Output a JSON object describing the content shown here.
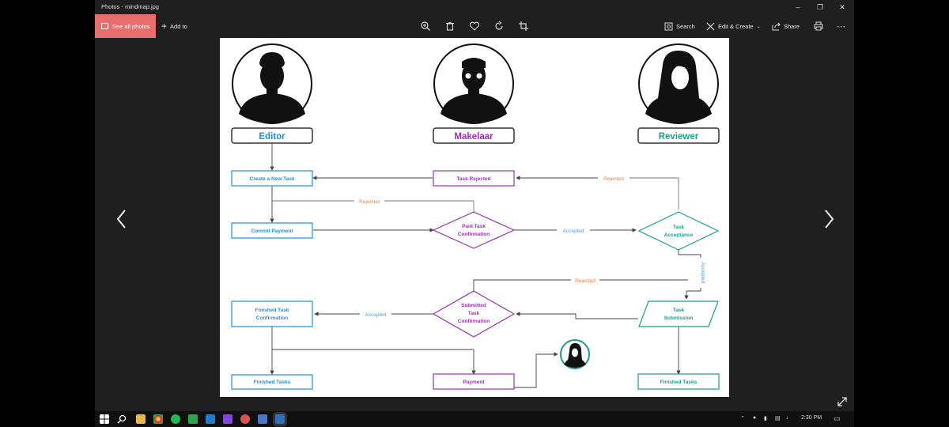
{
  "window": {
    "title": "Photos - mindmap.jpg"
  },
  "toolbar": {
    "see_all": "See all photos",
    "add_to": "Add to",
    "search": "Search",
    "edit_create": "Edit & Create",
    "share": "Share"
  },
  "diagram": {
    "roles": {
      "editor": "Editor",
      "makelaar": "Makelaar",
      "reviewer": "Reviewer"
    },
    "nodes": {
      "create_task": "Create a New Task",
      "task_rejected": "Task Rejected",
      "commit_payment": "Commit Payment",
      "paid_task_line1": "Paid Task",
      "paid_task_line2": "Confirmation",
      "task_acceptance_line1": "Task",
      "task_acceptance_line2": "Acceptance",
      "finished_conf_line1": "Finished Task",
      "finished_conf_line2": "Confirmation",
      "submitted_line1": "Submitted",
      "submitted_line2": "Task",
      "submitted_line3": "Confirmation",
      "task_submission_line1": "Task",
      "task_submission_line2": "Submission",
      "finished_tasks_editor": "Finished Tasks",
      "payment": "Payment",
      "finished_tasks_reviewer": "Finished Tasks"
    },
    "edges": {
      "rejected": "Rejected",
      "accepted": "Accepted"
    }
  },
  "taskbar": {
    "time": "2:30 PM"
  },
  "colors": {
    "editor": "#1e90e0",
    "makelaar": "#9b2fb5",
    "reviewer": "#1a9e8c",
    "rejected": "#e8804a",
    "accepted": "#4a9fe0",
    "accent": "#e86e6e"
  }
}
